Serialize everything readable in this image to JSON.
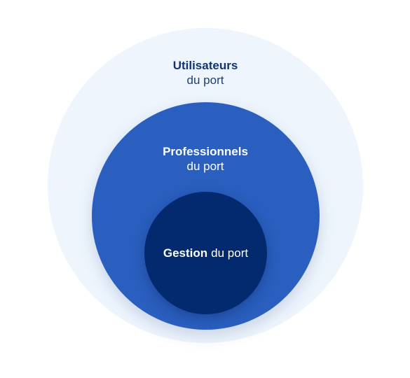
{
  "levels": {
    "outer": {
      "title": "Utilisateurs",
      "subtitle": "du port",
      "color": "#eef5fd"
    },
    "middle": {
      "title": "Professionnels",
      "subtitle": "du port",
      "color": "#2a5fbf"
    },
    "inner": {
      "title": "Gestion",
      "subtitle": "du port",
      "color": "#032a6e"
    }
  }
}
